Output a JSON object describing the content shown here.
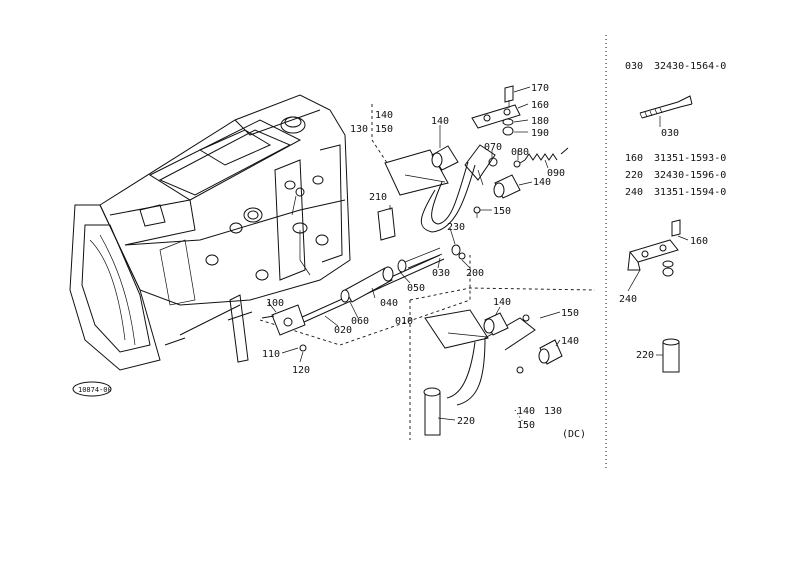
{
  "callouts": {
    "c140_top": "140",
    "c150_top": "150",
    "c130_top": "130",
    "c140_pedal": "140",
    "c210": "210",
    "c230": "230",
    "c170": "170",
    "c160": "160",
    "c180": "180",
    "c190": "190",
    "c070": "070",
    "c080": "080",
    "c090": "090",
    "c140_right": "140",
    "c150_mid": "150",
    "c030": "030",
    "c200": "200",
    "c050": "050",
    "c040": "040",
    "c060": "060",
    "c020": "020",
    "c010": "010",
    "c100": "100",
    "c110": "110",
    "c120": "120",
    "c140_lower": "140",
    "c150_lower": "150",
    "c140_lower2": "140",
    "c220": "220",
    "c140_bot": "140",
    "c150_bot": "150",
    "c130_bot": "130",
    "variant": "(DC)",
    "ref_tag": "10874-00"
  },
  "parts_list": [
    {
      "no": "030",
      "part": "32430-1564-0"
    },
    {
      "no": "160",
      "part": "31351-1593-0"
    },
    {
      "no": "220",
      "part": "32430-1596-0"
    },
    {
      "no": "240",
      "part": "31351-1594-0"
    }
  ],
  "side_callouts": {
    "s030": "030",
    "s160": "160",
    "s240": "240",
    "s220": "220"
  }
}
